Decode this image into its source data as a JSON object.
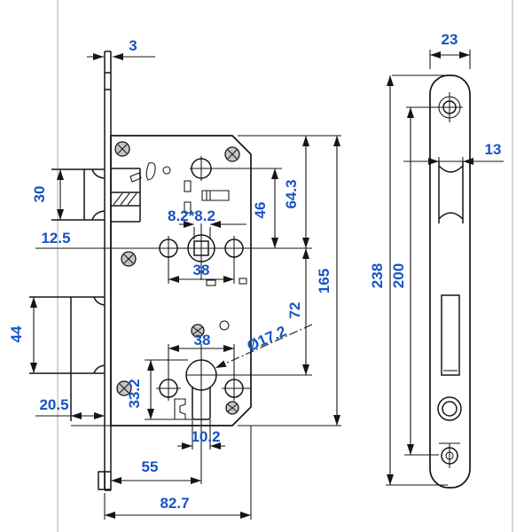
{
  "meta": {
    "description": "Mortise lock case and strike faceplate dimensional drawing",
    "views": [
      "lock-case-side-view",
      "faceplate-front-view"
    ]
  },
  "colors": {
    "dimension_text": "#1653c4",
    "drawing_line": "#151515",
    "background": "#ffffff"
  },
  "dims": {
    "faceplate_thickness": "3",
    "latch_height": "30",
    "latch_bottom_offset": "12.5",
    "deadbolt_height": "44",
    "deadbolt_projection": "20.5",
    "spindle_square": "8.2*8.2",
    "top_hole_to_center": "46",
    "case_top_to_center": "64.3",
    "handle_fixing_spacing": "38",
    "center_to_cylinder": "72",
    "case_height": "165",
    "cylinder_diameter": "Ø17.2",
    "cylinder_fixing_spacing": "38",
    "cylinder_profile_height": "33.2",
    "cylinder_slot_width": "10.2",
    "backset": "55",
    "case_depth": "82.7",
    "plate_width": "23",
    "latch_opening_width": "13",
    "plate_length": "238",
    "screw_hole_spacing": "200"
  }
}
